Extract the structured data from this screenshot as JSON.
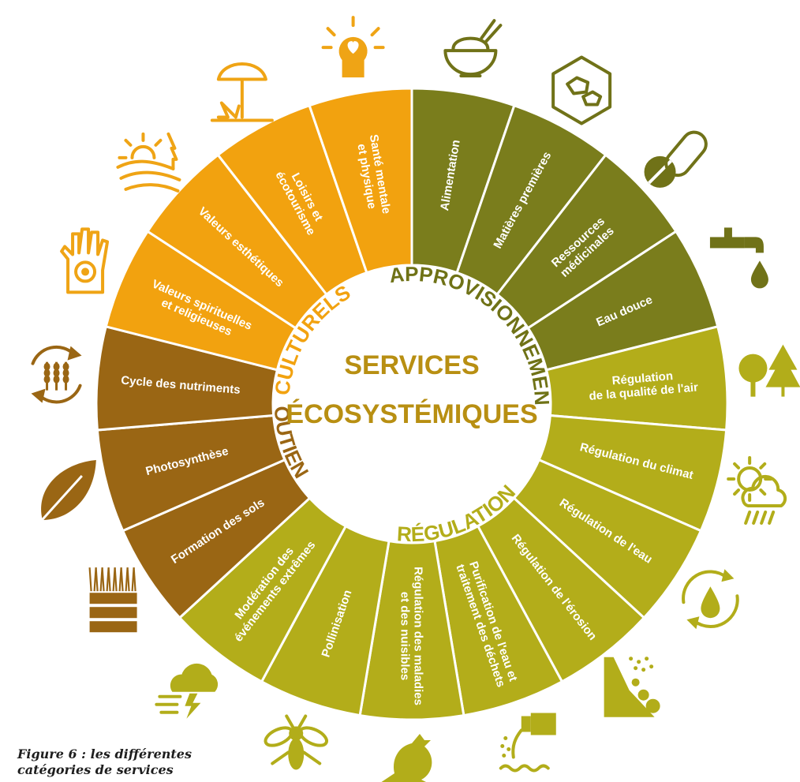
{
  "center": {
    "line1": "SERVICES",
    "line2": "ÉCOSYSTÉMIQUES"
  },
  "colors": {
    "culturels": "#f2a20f",
    "approvisionnement": "#7a7d1c",
    "regulation": "#b3ad1a",
    "soutien": "#9a6614",
    "icon_culturels": "#efa415",
    "icon_appro": "#707218",
    "icon_regulation": "#b2ad1a",
    "icon_soutien": "#9a6614"
  },
  "categories": [
    {
      "id": "culturels",
      "label": "CULTURELS"
    },
    {
      "id": "approvisionnement",
      "label": "APPROVISIONNEMENT"
    },
    {
      "id": "regulation",
      "label": "RÉGULATION"
    },
    {
      "id": "soutien",
      "label": "SOUTIEN"
    }
  ],
  "segments": [
    {
      "category": "approvisionnement",
      "lines": [
        "Alimentation"
      ],
      "icon": "rice-bowl-icon"
    },
    {
      "category": "approvisionnement",
      "lines": [
        "Matières premières"
      ],
      "icon": "hexagon-stones-icon"
    },
    {
      "category": "approvisionnement",
      "lines": [
        "Ressources",
        "médicinales"
      ],
      "icon": "pill-capsule-icon"
    },
    {
      "category": "approvisionnement",
      "lines": [
        "Eau douce"
      ],
      "icon": "water-tap-icon"
    },
    {
      "category": "regulation",
      "lines": [
        "Régulation",
        "de la qualité de l'air"
      ],
      "icon": "trees-icon"
    },
    {
      "category": "regulation",
      "lines": [
        "Régulation du climat"
      ],
      "icon": "sun-cloud-rain-icon"
    },
    {
      "category": "regulation",
      "lines": [
        "Régulation de l'eau"
      ],
      "icon": "water-cycle-icon"
    },
    {
      "category": "regulation",
      "lines": [
        "Régulation de l'érosion"
      ],
      "icon": "landslide-icon"
    },
    {
      "category": "regulation",
      "lines": [
        "Purification de l'eau et",
        "traitement des déchets"
      ],
      "icon": "water-outflow-icon"
    },
    {
      "category": "regulation",
      "lines": [
        "Régulation des maladies",
        "et des nuisibles"
      ],
      "icon": "bird-icon"
    },
    {
      "category": "regulation",
      "lines": [
        "Pollinisation"
      ],
      "icon": "bee-icon"
    },
    {
      "category": "regulation",
      "lines": [
        "Modération des",
        "événements extrêmes"
      ],
      "icon": "storm-icon"
    },
    {
      "category": "soutien",
      "lines": [
        "Formation des sols"
      ],
      "icon": "soil-layers-icon"
    },
    {
      "category": "soutien",
      "lines": [
        "Photosynthèse"
      ],
      "icon": "leaf-icon"
    },
    {
      "category": "soutien",
      "lines": [
        "Cycle des nutriments"
      ],
      "icon": "wheat-cycle-icon"
    },
    {
      "category": "culturels",
      "lines": [
        "Valeurs spirituelles",
        "et religieuses"
      ],
      "icon": "hand-mandala-icon"
    },
    {
      "category": "culturels",
      "lines": [
        "Valeurs esthétiques"
      ],
      "icon": "landscape-sun-icon"
    },
    {
      "category": "culturels",
      "lines": [
        "Loisirs et",
        "écotourisme"
      ],
      "icon": "beach-umbrella-icon"
    },
    {
      "category": "culturels",
      "lines": [
        "Santé mentale",
        "et physique"
      ],
      "icon": "heart-person-icon"
    }
  ],
  "caption": {
    "line1": "Figure 6 : les différentes",
    "line2": "catégories de services"
  }
}
